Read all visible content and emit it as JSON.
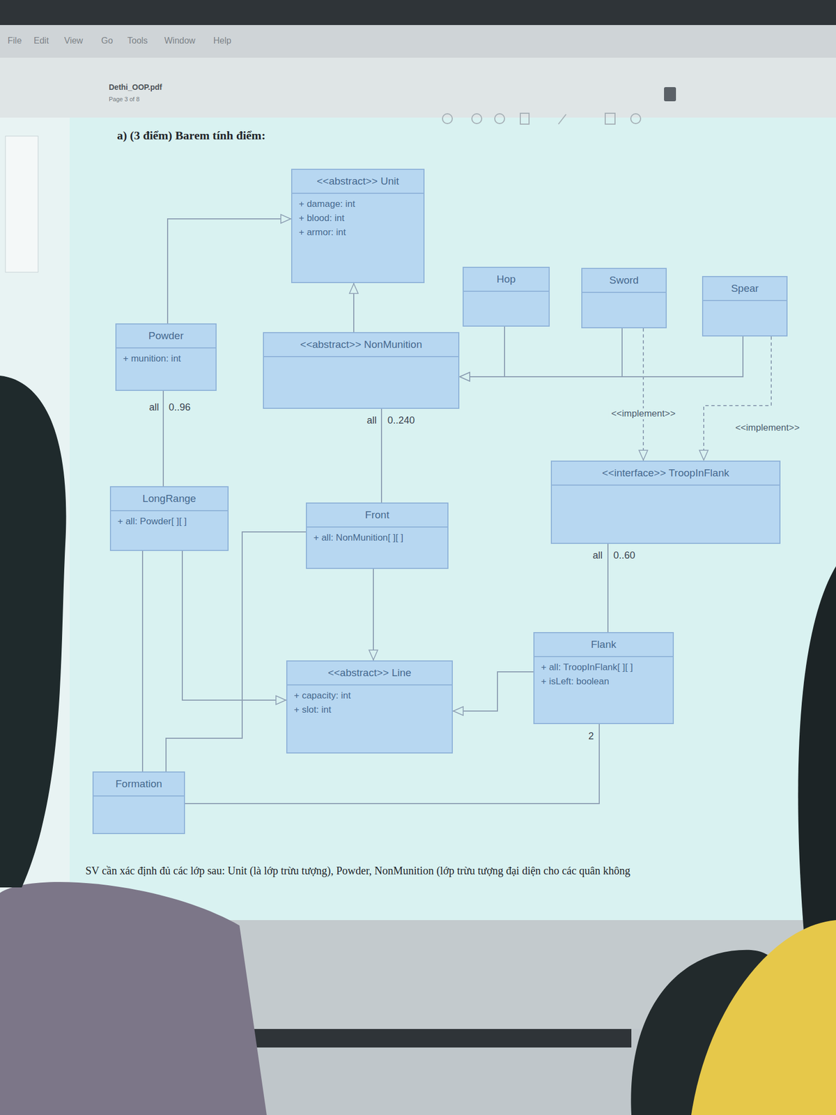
{
  "diagram": {
    "title": "a) (3 điểm) Barem tính điểm:",
    "caption": "SV cần xác định đủ các lớp sau: Unit (là lớp trừu tượng), Powder, NonMunition (lớp trừu tượng đại diện cho các quân không",
    "nodes": [
      {
        "text": [
          "<<abstract>> Unit",
          "+ damage: int",
          "+ blood: int",
          "+ armor: int"
        ]
      },
      {
        "text": [
          "Hop"
        ]
      },
      {
        "text": [
          "Sword"
        ]
      },
      {
        "text": [
          "Spear"
        ]
      },
      {
        "text": [
          "Powder",
          "+ munition: int"
        ]
      },
      {
        "text": [
          "<<abstract>> NonMunition"
        ]
      },
      {
        "text": [
          "<<interface>> TroopInFlank"
        ]
      },
      {
        "text": [
          "LongRange",
          "+ all: Powder[ ][ ]"
        ]
      },
      {
        "text": [
          "Front",
          "+ all: NonMunition[ ][ ]"
        ]
      },
      {
        "text": [
          "Flank",
          "+ all: TroopInFlank[ ][ ]",
          "+ isLeft: boolean"
        ]
      },
      {
        "text": [
          "<<abstract>> Line",
          "+ capacity: int",
          "+ slot: int"
        ]
      },
      {
        "text": [
          "Formation"
        ]
      }
    ],
    "edges": [
      {
        "from": 4,
        "to": 0,
        "arrow": "to"
      },
      {
        "from": 5,
        "to": 0,
        "arrow": "to"
      },
      {
        "from": 1,
        "to": 5,
        "arrow": "to"
      },
      {
        "from": 2,
        "to": 5,
        "arrow": "to"
      },
      {
        "from": 3,
        "to": 5,
        "arrow": "to"
      },
      {
        "from": 2,
        "to": 6,
        "arrow": "to",
        "label": "<<implement>>"
      },
      {
        "from": 3,
        "to": 6,
        "arrow": "to",
        "label": "<<implement>>"
      },
      {
        "from": 7,
        "to": 4,
        "arrow": "none"
      },
      {
        "from": 8,
        "to": 5,
        "arrow": "none"
      },
      {
        "from": 9,
        "to": 6,
        "arrow": "none"
      },
      {
        "from": 7,
        "to": 10,
        "arrow": "to"
      },
      {
        "from": 8,
        "to": 10,
        "arrow": "to"
      },
      {
        "from": 9,
        "to": 10,
        "arrow": "to"
      },
      {
        "from": 11,
        "to": 7,
        "arrow": "none"
      },
      {
        "from": 11,
        "to": 8,
        "arrow": "none"
      },
      {
        "from": 11,
        "to": 9,
        "arrow": "none"
      }
    ],
    "labels": [
      "File",
      "Edit",
      "View",
      "Go",
      "Tools",
      "Window",
      "Help",
      "Dethi_OOP.pdf",
      "Page 3 of 8",
      "all",
      "0..96",
      "all",
      "0..240",
      "all",
      "0..60",
      "2"
    ]
  }
}
